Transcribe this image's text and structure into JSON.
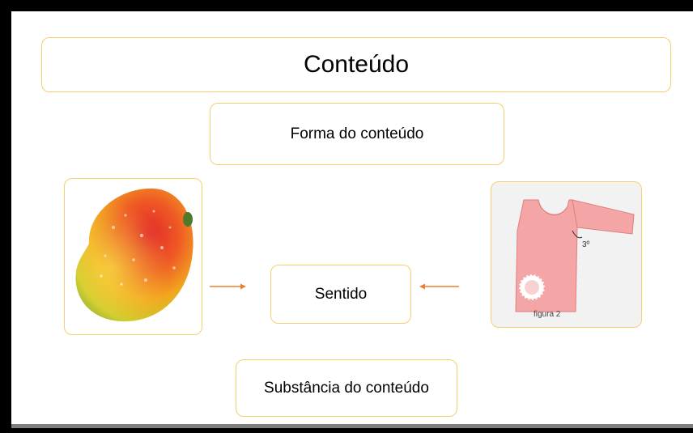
{
  "title": "Conteúdo",
  "form_label": "Forma do conteúdo",
  "sense_label": "Sentido",
  "substance_label": "Substância do conteúdo",
  "mango_image": {
    "icon": "mango-photo"
  },
  "shirt_image": {
    "icon": "shirt-pattern",
    "caption": "figura 2",
    "angle_label": "3º"
  },
  "colors": {
    "box_border": "#f5cf6e",
    "arrow": "#ed7d31",
    "shirt_fill": "#f4a6a6"
  }
}
